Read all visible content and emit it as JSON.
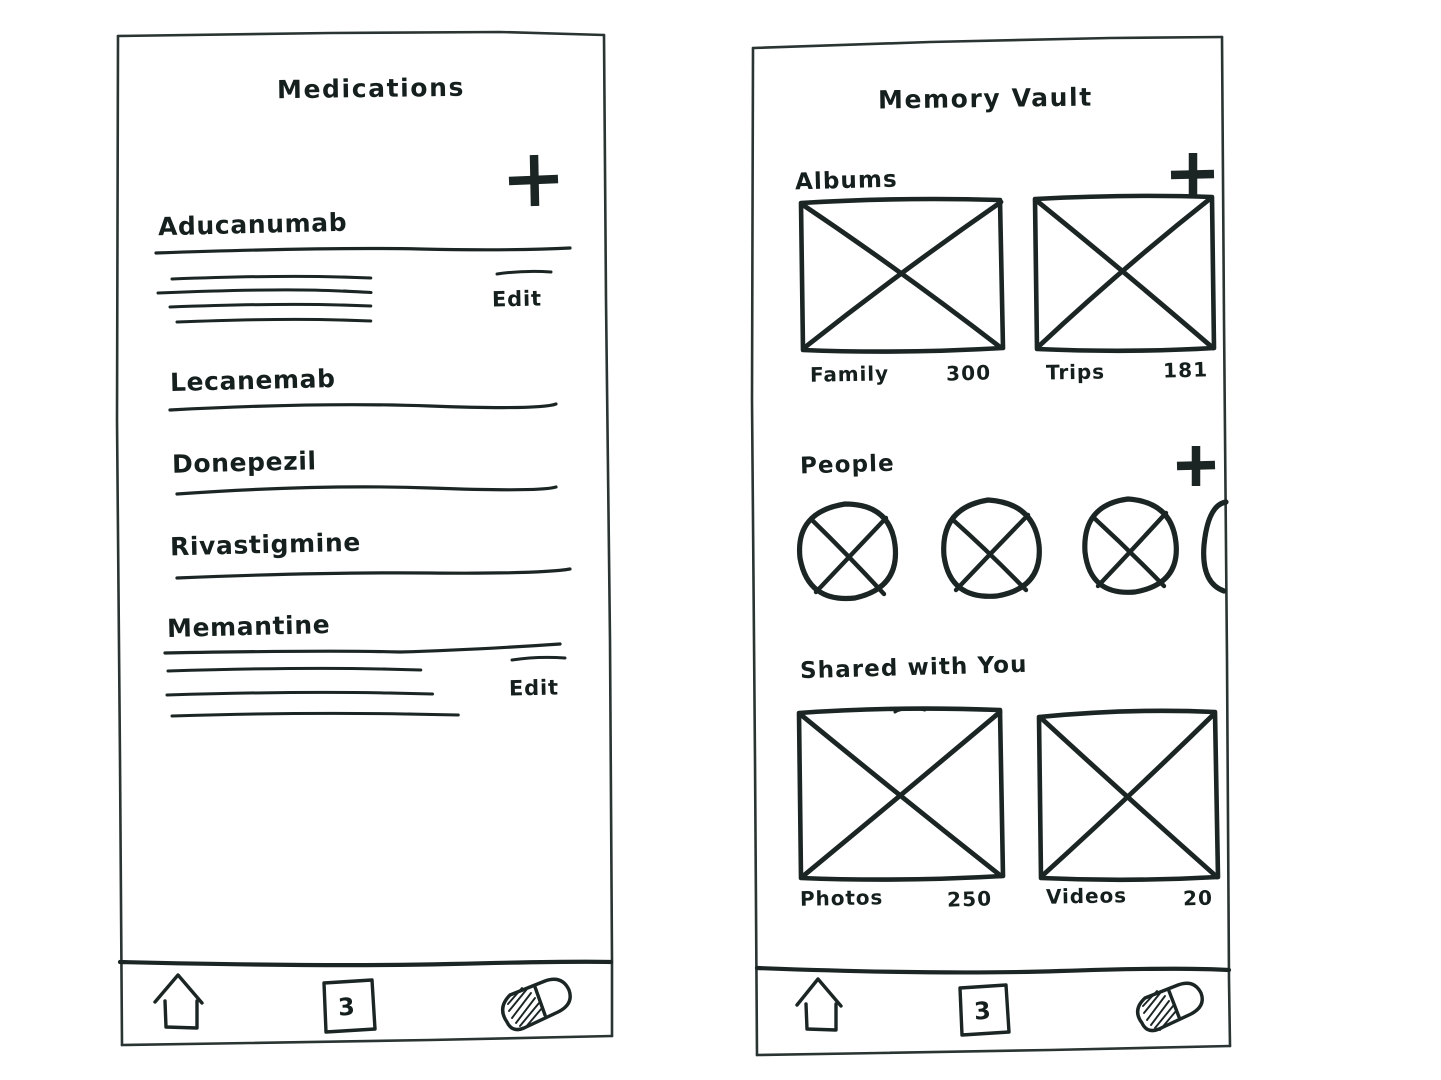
{
  "meta": {
    "style": "hand-drawn-wireframe-sketch",
    "ink_color": "#1b2624",
    "paper_color": "#ffffff",
    "screen_count": 2
  },
  "screens": [
    {
      "id": "medications",
      "title": "Medications",
      "add_button": {
        "icon": "plus-icon",
        "label": "+"
      },
      "items": [
        {
          "name": "Aducanumab",
          "expanded": true,
          "detail_line_count": 4,
          "action_label": "Edit"
        },
        {
          "name": "Lecanemab",
          "expanded": false,
          "detail_line_count": 0,
          "action_label": ""
        },
        {
          "name": "Donepezil",
          "expanded": false,
          "detail_line_count": 0,
          "action_label": ""
        },
        {
          "name": "Rivastigmine",
          "expanded": false,
          "detail_line_count": 0,
          "action_label": ""
        },
        {
          "name": "Memantine",
          "expanded": true,
          "detail_line_count": 3,
          "action_label": "Edit"
        }
      ]
    },
    {
      "id": "memory-vault",
      "title": "Memory Vault",
      "sections": [
        {
          "id": "albums",
          "heading": "Albums",
          "add_button": {
            "icon": "plus-icon",
            "label": "+"
          },
          "tiles": [
            {
              "caption": "Family",
              "count": "300",
              "thumb": "image-placeholder"
            },
            {
              "caption": "Trips",
              "count": "181",
              "thumb": "image-placeholder"
            }
          ]
        },
        {
          "id": "people",
          "heading": "People",
          "add_button": {
            "icon": "plus-icon",
            "label": "+"
          },
          "avatars": [
            {
              "thumb": "avatar-placeholder",
              "clipped": false
            },
            {
              "thumb": "avatar-placeholder",
              "clipped": false
            },
            {
              "thumb": "avatar-placeholder",
              "clipped": false
            },
            {
              "thumb": "avatar-placeholder",
              "clipped": true
            }
          ]
        },
        {
          "id": "shared-with-you",
          "heading": "Shared with You",
          "add_button": null,
          "tiles": [
            {
              "caption": "Photos",
              "count": "250",
              "thumb": "image-placeholder"
            },
            {
              "caption": "Videos",
              "count": "20",
              "thumb": "image-placeholder"
            }
          ]
        }
      ]
    }
  ],
  "bottom_nav": {
    "items": [
      {
        "id": "home",
        "icon": "home-icon",
        "label": ""
      },
      {
        "id": "notes-count",
        "icon": "square-badge-icon",
        "label": "3"
      },
      {
        "id": "medication",
        "icon": "pill-icon",
        "label": ""
      }
    ]
  }
}
